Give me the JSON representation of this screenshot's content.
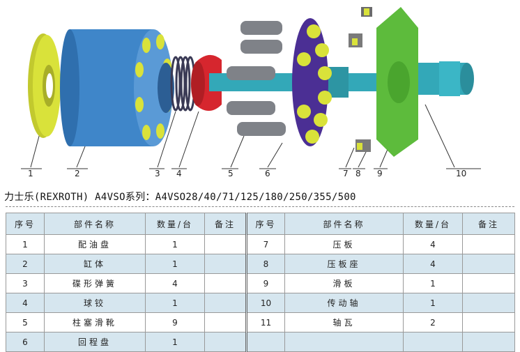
{
  "callouts": [
    "1",
    "2",
    "3",
    "4",
    "5",
    "6",
    "7",
    "8",
    "9",
    "10"
  ],
  "caption": "力士乐(REXROTH) A4VSO系列：A4VSO28/40/71/125/180/250/355/500",
  "table": {
    "headers": [
      "序号",
      "部件名称",
      "数量/台",
      "备注",
      "序号",
      "部件名称",
      "数量/台",
      "备注"
    ],
    "rows": [
      {
        "l_no": "1",
        "l_name": "配油盘",
        "l_qty": "1",
        "l_note": "",
        "r_no": "7",
        "r_name": "压板",
        "r_qty": "4",
        "r_note": ""
      },
      {
        "l_no": "2",
        "l_name": "缸体",
        "l_qty": "1",
        "l_note": "",
        "r_no": "8",
        "r_name": "压板座",
        "r_qty": "4",
        "r_note": ""
      },
      {
        "l_no": "3",
        "l_name": "碟形弹簧",
        "l_qty": "4",
        "l_note": "",
        "r_no": "9",
        "r_name": "滑板",
        "r_qty": "1",
        "r_note": ""
      },
      {
        "l_no": "4",
        "l_name": "球铰",
        "l_qty": "1",
        "l_note": "",
        "r_no": "10",
        "r_name": "传动轴",
        "r_qty": "1",
        "r_note": ""
      },
      {
        "l_no": "5",
        "l_name": "柱塞滑靴",
        "l_qty": "9",
        "l_note": "",
        "r_no": "11",
        "r_name": "轴瓦",
        "r_qty": "2",
        "r_note": ""
      },
      {
        "l_no": "6",
        "l_name": "回程盘",
        "l_qty": "1",
        "l_note": "",
        "r_no": "",
        "r_name": "",
        "r_qty": "",
        "r_note": ""
      }
    ]
  },
  "colors": {
    "valve_plate": "#d9e23a",
    "cylinder": "#3f86c9",
    "bore": "#d9e23a",
    "ball_joint": "#d6262e",
    "piston": "#7f8288",
    "retainer": "#4b2f94",
    "shaft": "#33a8b8",
    "swash": "#5dbb3c",
    "table_shade": "#d6e6ef"
  }
}
